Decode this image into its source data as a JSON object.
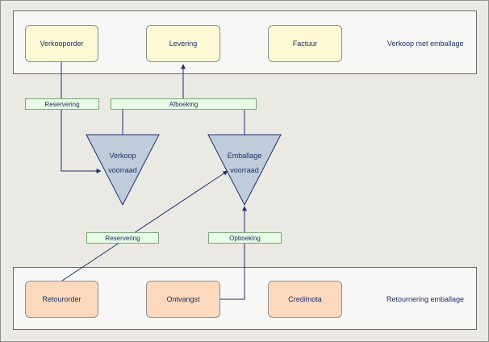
{
  "sections": {
    "top": {
      "label": "Verkoop met emballage"
    },
    "bottom": {
      "label": "Retournering emballage"
    }
  },
  "nodes": {
    "verkooporder": "Verkooporder",
    "levering": "Levering",
    "factuur": "Factuur",
    "retourorder": "Retourorder",
    "ontvangst": "Ontvangst",
    "creditnota": "Creditnota"
  },
  "stocks": {
    "verkoop": {
      "line1": "Verkoop",
      "line2": "voorraad"
    },
    "emballage": {
      "line1": "Emballage",
      "line2": "voorraad"
    }
  },
  "tags": {
    "reservering_top": "Reservering",
    "afboeking": "Afboeking",
    "reservering_bottom": "Reservering",
    "opboeking": "Opboeking"
  },
  "colors": {
    "top_box_fill": "#fdf9d4",
    "bottom_box_fill": "#fcd8bd",
    "tag_fill": "#e8fbe6",
    "triangle_fill": "#bfcddb",
    "text": "#1f2f66",
    "line": "#1f2f66"
  }
}
